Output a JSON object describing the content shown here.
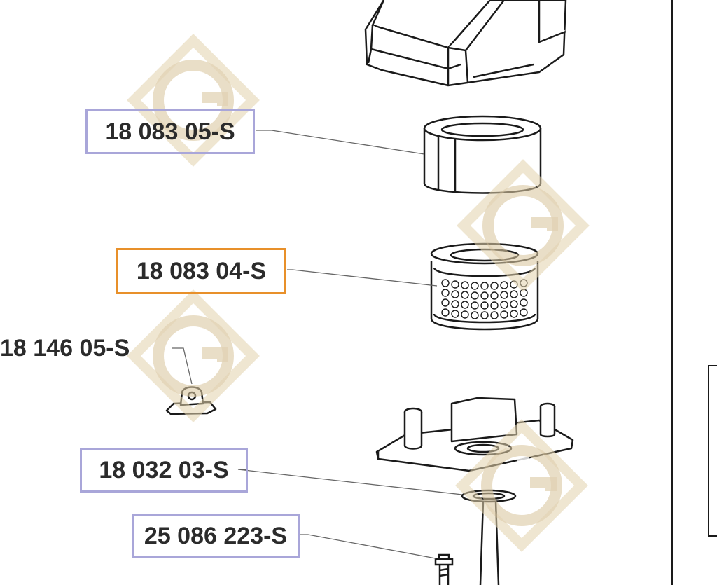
{
  "colors": {
    "outline": "#1a1a1a",
    "leader": "#666666",
    "label_box": "#a9a6d9",
    "label_highlight": "#e8902a",
    "watermark": "#d9c7a0",
    "text": "#2b2b2b"
  },
  "parts": [
    {
      "ref": "18 083 05-S",
      "style": "boxed"
    },
    {
      "ref": "18 083 04-S",
      "style": "highlighted"
    },
    {
      "ref": "18 146 05-S",
      "style": "plain"
    },
    {
      "ref": "18 032 03-S",
      "style": "boxed"
    },
    {
      "ref": "25 086 223-S",
      "style": "boxed"
    }
  ],
  "watermark": {
    "icon": "g-logo-watermark-icon",
    "count": 4
  }
}
